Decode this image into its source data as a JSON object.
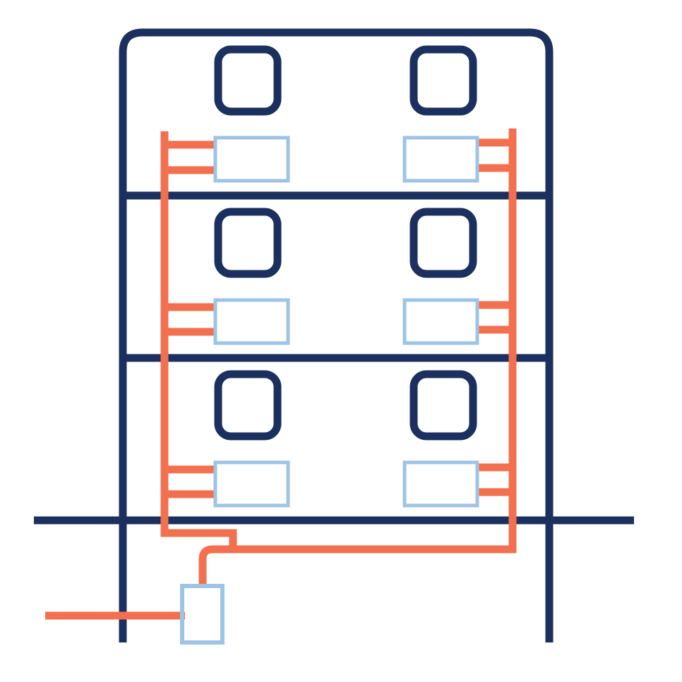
{
  "colors": {
    "structure": "#1b305e",
    "heating_pipe": "#f2704f",
    "radiator": "#9dc4e4",
    "background": "#ffffff"
  },
  "diagram": {
    "floors": 3,
    "windows_per_floor": 2,
    "radiators_per_floor": 2,
    "boilers": 1,
    "supply_line": true
  },
  "icons": {
    "building": "building-outline-icon",
    "window": "window-icon",
    "radiator": "radiator-icon",
    "boiler": "boiler-icon",
    "pipe": "heating-pipe-icon"
  }
}
